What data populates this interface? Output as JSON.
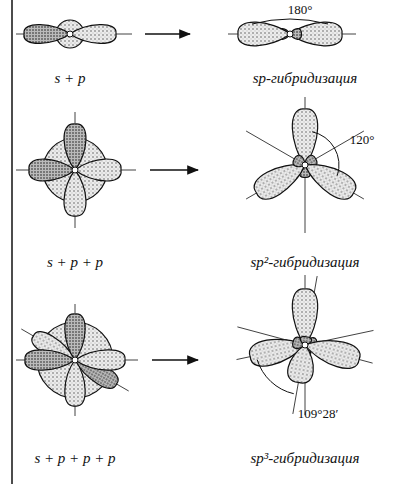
{
  "diagram": {
    "labels": [
      "180°",
      "s + p",
      "sp-гибридизация",
      "120°",
      "s + p + p",
      "sp²-гибридизация",
      "109°28′",
      "s + p + p + p",
      "sp³-гибридизация"
    ]
  }
}
